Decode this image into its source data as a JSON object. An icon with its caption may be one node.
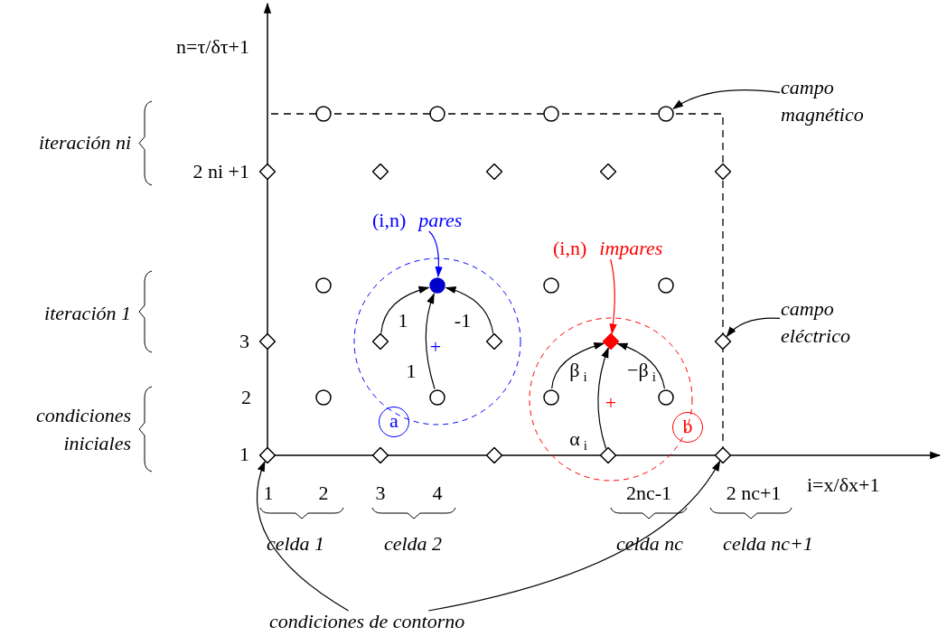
{
  "diagram": {
    "nodes": [
      {
        "text": [
          "campo magnético"
        ]
      },
      {
        "text": [],
        "shape": "circle"
      },
      {
        "text": [],
        "shape": "circle"
      },
      {
        "text": [],
        "shape": "circle"
      },
      {
        "text": [],
        "shape": "circle"
      },
      {
        "text": [],
        "shape": "diamond"
      },
      {
        "text": [],
        "shape": "diamond"
      },
      {
        "text": [],
        "shape": "diamond"
      },
      {
        "text": [],
        "shape": "diamond"
      },
      {
        "text": [],
        "shape": "diamond"
      },
      {
        "text": [
          "(i,n)",
          "pares"
        ]
      },
      {
        "text": [
          "(i,n)",
          "impares"
        ]
      },
      {
        "text": [],
        "shape": "circle"
      },
      {
        "text": [],
        "shape": "circle"
      },
      {
        "text": [],
        "shape": "circle"
      },
      {
        "text": [],
        "shape": "circle"
      },
      {
        "text": [
          "campo eléctrico"
        ]
      },
      {
        "text": [],
        "shape": "diamond"
      },
      {
        "text": [],
        "shape": "diamond"
      },
      {
        "text": [],
        "shape": "diamond"
      },
      {
        "text": [],
        "shape": "diamond"
      },
      {
        "text": [],
        "shape": "diamond"
      },
      {
        "text": [],
        "shape": "circle"
      },
      {
        "text": [],
        "shape": "circle"
      },
      {
        "text": [],
        "shape": "circle"
      },
      {
        "text": [],
        "shape": "circle"
      },
      {
        "text": [
          "a"
        ]
      },
      {
        "text": [
          "b"
        ]
      },
      {
        "text": [],
        "shape": "diamond"
      },
      {
        "text": [],
        "shape": "diamond"
      },
      {
        "text": [],
        "shape": "diamond"
      },
      {
        "text": [],
        "shape": "diamond"
      },
      {
        "text": [],
        "shape": "diamond"
      },
      {
        "text": [
          "condiciones de contorno"
        ]
      }
    ],
    "edges": [
      {
        "from": 0,
        "to": 4,
        "arrow": "to"
      },
      {
        "from": 10,
        "to": 13,
        "arrow": "to",
        "color": "#0000ff"
      },
      {
        "from": 11,
        "to": 20,
        "arrow": "to",
        "color": "#ff0000"
      },
      {
        "from": 16,
        "to": 21,
        "arrow": "to"
      },
      {
        "from": 18,
        "to": 13,
        "arrow": "to",
        "label": "1"
      },
      {
        "from": 19,
        "to": 13,
        "arrow": "to",
        "label": "-1"
      },
      {
        "from": 23,
        "to": 13,
        "arrow": "to",
        "label": "1"
      },
      {
        "from": 24,
        "to": 20,
        "arrow": "to",
        "label": "β$_{i}$"
      },
      {
        "from": 25,
        "to": 20,
        "arrow": "to",
        "label": "−β$_{i}$"
      },
      {
        "from": 31,
        "to": 20,
        "arrow": "to",
        "label": "α$_{i}$"
      },
      {
        "from": 33,
        "to": 28,
        "arrow": "to"
      },
      {
        "from": 33,
        "to": 32,
        "arrow": "to"
      }
    ],
    "labels": [
      "n=τ/δτ+1",
      "iteración ni",
      "2 ni +1",
      "iteración 1",
      "3",
      "+",
      "2",
      "+",
      "condiciones iniciales",
      "1",
      "i=x/δx+1",
      "1",
      "2",
      "3",
      "4",
      "2nc-1",
      "2 nc+1",
      "celda 1",
      "celda 2",
      "celda nc",
      "celda nc+1"
    ]
  }
}
